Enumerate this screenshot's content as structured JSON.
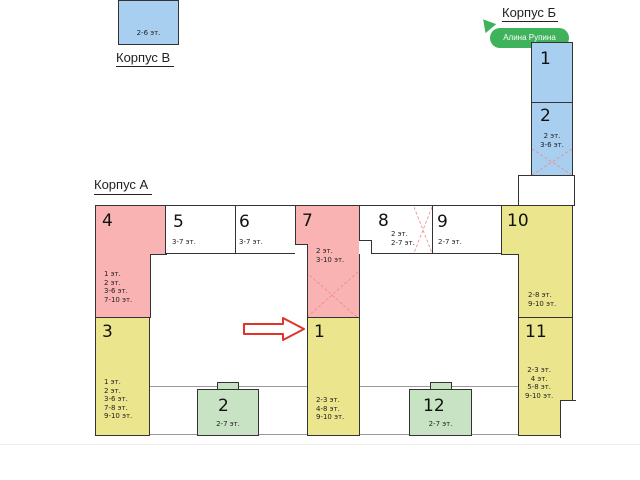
{
  "buildings": {
    "a": {
      "title": "Корпус А"
    },
    "b": {
      "title": "Корпус Б"
    },
    "v": {
      "title": "Корпус В"
    }
  },
  "agent": {
    "name": "Алина Рупина"
  },
  "sections": {
    "s1": {
      "num": "1",
      "floors": "2-3 эт.\n4-8 эт.\n9-10 эт."
    },
    "s2": {
      "num": "2",
      "floors": "2-7 эт."
    },
    "s3": {
      "num": "3",
      "floors": "1 эт.\n2 эт.\n3-6 эт.\n7-8 эт.\n9-10 эт."
    },
    "s4": {
      "num": "4",
      "floors": "1 эт.\n2 эт.\n3-6 эт.\n7-10 эт."
    },
    "s5": {
      "num": "5",
      "floors": "3-7 эт."
    },
    "s6": {
      "num": "6",
      "floors": "3-7 эт."
    },
    "s7": {
      "num": "7",
      "floors": "2 эт.\n3-10 эт."
    },
    "s8": {
      "num": "8",
      "floors": "2 эт.\n2-7 эт."
    },
    "s9": {
      "num": "9",
      "floors": "2-7 эт."
    },
    "s10": {
      "num": "10",
      "floors": "2-8 эт.\n9-10 эт."
    },
    "s11": {
      "num": "11",
      "floors": "2-3 эт.\n4 эт.\n5-8 эт.\n9-10 эт."
    },
    "s12": {
      "num": "12",
      "floors": "2-7 эт."
    },
    "b1": {
      "num": "1"
    },
    "b2": {
      "num": "2",
      "floors": "2 эт.\n3-6 эт."
    },
    "v": {
      "floors": "2-6 эт."
    }
  },
  "colors": {
    "pink": "#f9b3b3",
    "yellow": "#ebe68e",
    "blue": "#a9cff0",
    "green": "#c8e3c3",
    "arrow": "#e0342b",
    "badge": "#3fb25c"
  },
  "icons": {
    "arrow": "arrow-right-icon",
    "cursor": "cursor-icon"
  }
}
